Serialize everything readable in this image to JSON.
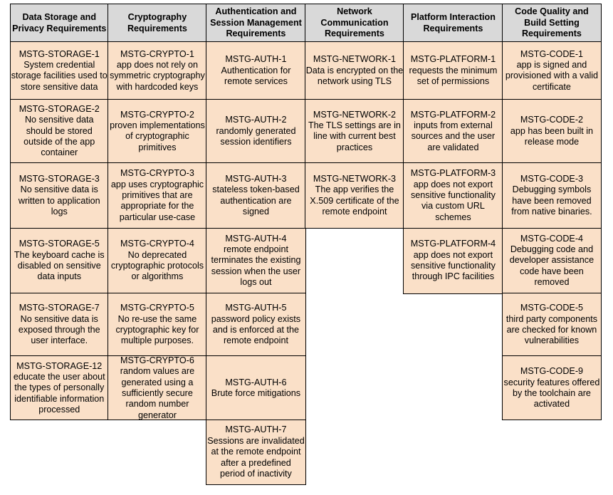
{
  "table": {
    "type": "table",
    "header_bg": "#d9d9d9",
    "cell_bg": "#fae0c8",
    "border_color": "#000000",
    "columns": [
      {
        "header": [
          "Data Storage and",
          "Privacy Requirements"
        ],
        "header_text": "Data Storage and Privacy Requirements",
        "cells": [
          {
            "id": "MSTG-STORAGE-1",
            "lines": [
              "MSTG-STORAGE-1",
              "System credential",
              "storage facilities used to",
              "store sensitive data"
            ],
            "height": 82
          },
          {
            "id": "MSTG-STORAGE-2",
            "lines": [
              "MSTG-STORAGE-2",
              "No sensitive data",
              "should be stored",
              "outside of the app",
              "container"
            ],
            "height": 91
          },
          {
            "id": "MSTG-STORAGE-3",
            "lines": [
              "MSTG-STORAGE-3",
              "No sensitive data is",
              "written to application",
              "logs"
            ],
            "height": 93
          },
          {
            "id": "MSTG-STORAGE-5",
            "lines": [
              "MSTG-STORAGE-5",
              "The keyboard cache is",
              "disabled on sensitive",
              "data inputs"
            ],
            "height": 93
          },
          {
            "id": "MSTG-STORAGE-7",
            "lines": [
              "MSTG-STORAGE-7",
              "No sensitive data is",
              "exposed through the",
              "user interface."
            ],
            "height": 90
          },
          {
            "id": "MSTG-STORAGE-12",
            "lines": [
              "MSTG-STORAGE-12",
              "educate the user about",
              "the types of personally",
              "identifiable information",
              "processed"
            ],
            "height": 91
          }
        ]
      },
      {
        "header": [
          "Cryptography",
          "Requirements"
        ],
        "header_text": "Cryptography Requirements",
        "cells": [
          {
            "id": "MSTG-CRYPTO-1",
            "lines": [
              "MSTG-CRYPTO-1",
              "app does not rely on",
              "symmetric cryptography",
              "with hardcoded keys"
            ],
            "height": 82
          },
          {
            "id": "MSTG-CRYPTO-2",
            "lines": [
              "MSTG-CRYPTO-2",
              "proven implementations",
              "of cryptographic",
              "primitives"
            ],
            "height": 91
          },
          {
            "id": "MSTG-CRYPTO-3",
            "lines": [
              "MSTG-CRYPTO-3",
              "app uses cryptographic",
              "primitives that are",
              "appropriate for the",
              "particular use-case"
            ],
            "height": 93
          },
          {
            "id": "MSTG-CRYPTO-4",
            "lines": [
              "MSTG-CRYPTO-4",
              "No deprecated",
              "cryptographic protocols",
              "or algorithms"
            ],
            "height": 93
          },
          {
            "id": "MSTG-CRYPTO-5",
            "lines": [
              "MSTG-CRYPTO-5",
              "No re-use the same",
              "cryptographic key for",
              "multiple purposes."
            ],
            "height": 90
          },
          {
            "id": "MSTG-CRYPTO-6",
            "lines": [
              "MSTG-CRYPTO-6",
              "random values are",
              "generated using a",
              "sufficiently secure",
              "random number",
              "generator"
            ],
            "height": 91
          }
        ]
      },
      {
        "header": [
          "Authentication and",
          "Session Management",
          "Requirements"
        ],
        "header_text": "Authentication and Session Management Requirements",
        "cells": [
          {
            "id": "MSTG-AUTH-1",
            "lines": [
              "MSTG-AUTH-1",
              "Authentication for",
              "remote services"
            ],
            "height": 82
          },
          {
            "id": "MSTG-AUTH-2",
            "lines": [
              "MSTG-AUTH-2",
              "randomly generated",
              "session identifiers"
            ],
            "height": 91
          },
          {
            "id": "MSTG-AUTH-3",
            "lines": [
              "MSTG-AUTH-3",
              "stateless token-based",
              "authentication are",
              "signed"
            ],
            "height": 93
          },
          {
            "id": "MSTG-AUTH-4",
            "lines": [
              "MSTG-AUTH-4",
              "remote endpoint",
              "terminates the existing",
              "session when the user",
              "logs out"
            ],
            "height": 93
          },
          {
            "id": "MSTG-AUTH-5",
            "lines": [
              "MSTG-AUTH-5",
              "password policy exists",
              "and is enforced at the",
              "remote endpoint"
            ],
            "height": 90
          },
          {
            "id": "MSTG-AUTH-6",
            "lines": [
              "MSTG-AUTH-6",
              "Brute force mitigations"
            ],
            "height": 91
          },
          {
            "id": "MSTG-AUTH-7",
            "lines": [
              "MSTG-AUTH-7",
              "Sessions are invalidated",
              "at the remote endpoint",
              "after a predefined",
              "period of inactivity"
            ],
            "height": 92
          }
        ]
      },
      {
        "header": [
          "Network",
          "Communication",
          "Requirements"
        ],
        "header_text": "Network Communication Requirements",
        "cells": [
          {
            "id": "MSTG-NETWORK-1",
            "lines": [
              "MSTG-NETWORK-1",
              "Data is encrypted on the",
              "network using TLS"
            ],
            "height": 82
          },
          {
            "id": "MSTG-NETWORK-2",
            "lines": [
              "MSTG-NETWORK-2",
              "The TLS settings are in",
              "line with current best",
              "practices"
            ],
            "height": 91
          },
          {
            "id": "MSTG-NETWORK-3",
            "lines": [
              "MSTG-NETWORK-3",
              "The app verifies the",
              "X.509 certificate of the",
              "remote endpoint"
            ],
            "height": 93
          }
        ]
      },
      {
        "header": [
          "Platform Interaction",
          "Requirements"
        ],
        "header_text": "Platform Interaction Requirements",
        "cells": [
          {
            "id": "MSTG-PLATFORM-1",
            "lines": [
              "MSTG-PLATFORM-1",
              "requests the minimum",
              "set of permissions"
            ],
            "height": 82
          },
          {
            "id": "MSTG-PLATFORM-2",
            "lines": [
              "MSTG-PLATFORM-2",
              "inputs from external",
              "sources and the user",
              "are validated"
            ],
            "height": 91
          },
          {
            "id": "MSTG-PLATFORM-3",
            "lines": [
              "MSTG-PLATFORM-3",
              "app does not export",
              "sensitive functionality",
              "via custom URL",
              "schemes"
            ],
            "height": 93
          },
          {
            "id": "MSTG-PLATFORM-4",
            "lines": [
              "MSTG-PLATFORM-4",
              "app does not export",
              "sensitive functionality",
              "through IPC facilities"
            ],
            "height": 93
          }
        ]
      },
      {
        "header": [
          "Code Quality and",
          "Build Setting",
          "Requirements"
        ],
        "header_text": "Code Quality and Build Setting Requirements",
        "cells": [
          {
            "id": "MSTG-CODE-1",
            "lines": [
              "MSTG-CODE-1",
              "app is signed and",
              "provisioned with a valid",
              "certificate"
            ],
            "height": 82
          },
          {
            "id": "MSTG-CODE-2",
            "lines": [
              "MSTG-CODE-2",
              "app has been built in",
              "release mode"
            ],
            "height": 91
          },
          {
            "id": "MSTG-CODE-3",
            "lines": [
              "MSTG-CODE-3",
              "Debugging symbols",
              "have been removed",
              "from native binaries."
            ],
            "height": 93
          },
          {
            "id": "MSTG-CODE-4",
            "lines": [
              "MSTG-CODE-4",
              "Debugging code and",
              "developer assistance",
              "code have been",
              "removed"
            ],
            "height": 93
          },
          {
            "id": "MSTG-CODE-5",
            "lines": [
              "MSTG-CODE-5",
              "third party components",
              "are checked for known",
              "vulnerabilities"
            ],
            "height": 90
          },
          {
            "id": "MSTG-CODE-9",
            "lines": [
              "MSTG-CODE-9",
              "security features offered",
              "by the toolchain are",
              "activated"
            ],
            "height": 91
          }
        ]
      }
    ]
  }
}
